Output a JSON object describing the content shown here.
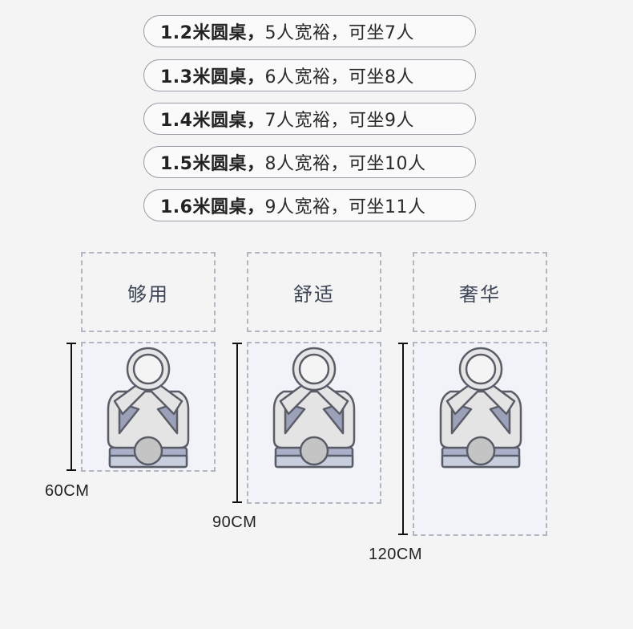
{
  "table_options": [
    {
      "size": "1.2米圆桌",
      "sep": "，",
      "detail": "5人宽裕，可坐7人"
    },
    {
      "size": "1.3米圆桌",
      "sep": "，",
      "detail": "6人宽裕，可坐8人"
    },
    {
      "size": "1.4米圆桌",
      "sep": "，",
      "detail": "7人宽裕，可坐9人"
    },
    {
      "size": "1.5米圆桌",
      "sep": "，",
      "detail": "8人宽裕，可坐10人"
    },
    {
      "size": "1.6米圆桌",
      "sep": "，",
      "detail": "9人宽裕，可坐11人"
    }
  ],
  "spacing_levels": [
    {
      "label": "够用",
      "width": "60CM"
    },
    {
      "label": "舒适",
      "width": "90CM"
    },
    {
      "label": "奢华",
      "width": "120CM"
    }
  ],
  "colors": {
    "seat_fill": "#f1f3f8",
    "body_fill": "#e4e4e4",
    "outline": "#5a5d68",
    "arm_shadow": "#9aa1b8",
    "head_fill": "#c4c4c4"
  }
}
